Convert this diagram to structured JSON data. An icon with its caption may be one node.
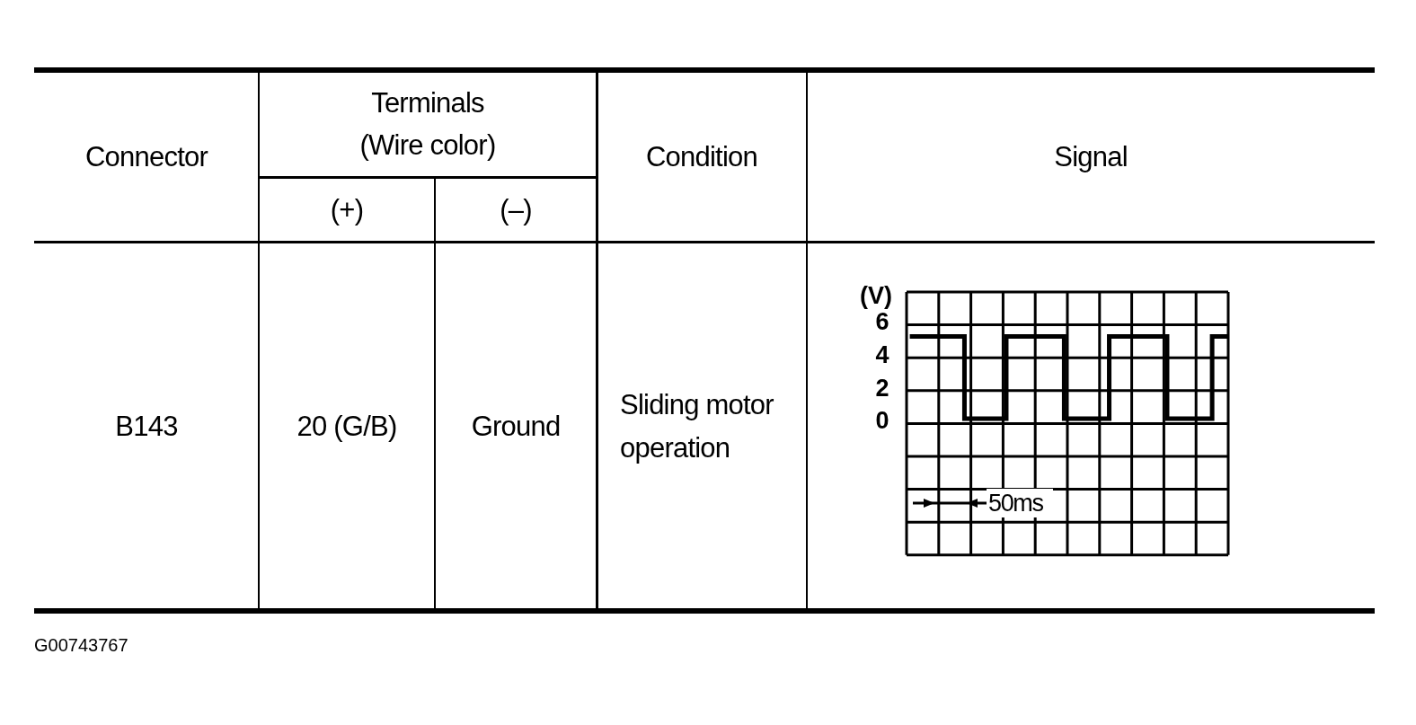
{
  "diagram": {
    "labels": [
      "Connector",
      "Terminals (Wire color)",
      "Condition",
      "Signal",
      "(+)",
      "(–)",
      "B143",
      "20 (G/B)",
      "Ground",
      "Sliding motor operation",
      "(V)",
      "6",
      "4",
      "2",
      "0",
      "50ms",
      "G00743767"
    ]
  }
}
